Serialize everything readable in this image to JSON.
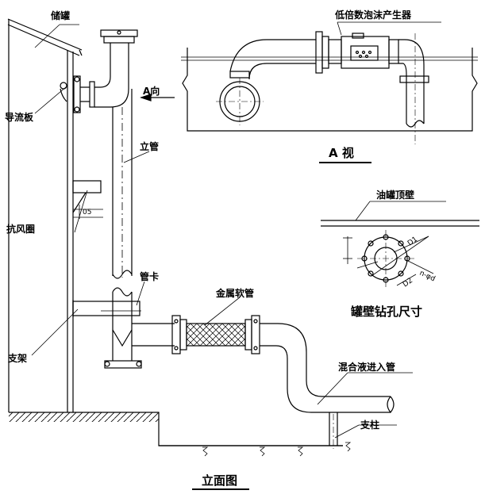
{
  "labels": {
    "storage_tank": "储罐",
    "guide_plate": "导流板",
    "wind_ring": "抗风圈",
    "bracket": "支架",
    "riser": "立管",
    "a_direction": "A向",
    "pipe_clamp": "管卡",
    "metal_hose": "金属软管",
    "mixed_liquid_inlet_pipe": "混合液进入管",
    "column": "支柱",
    "foam_generator": "低倍数泡沫产生器",
    "tank_roof_wall": "油罐顶壁",
    "dim_05": "05",
    "dim_d1": "D1",
    "dim_d2": "D2",
    "dim_nd": "n-φd"
  },
  "titles": {
    "elevation": "立面图",
    "view_a": "A 视",
    "drill_size": "罐壁钻孔尺寸"
  }
}
